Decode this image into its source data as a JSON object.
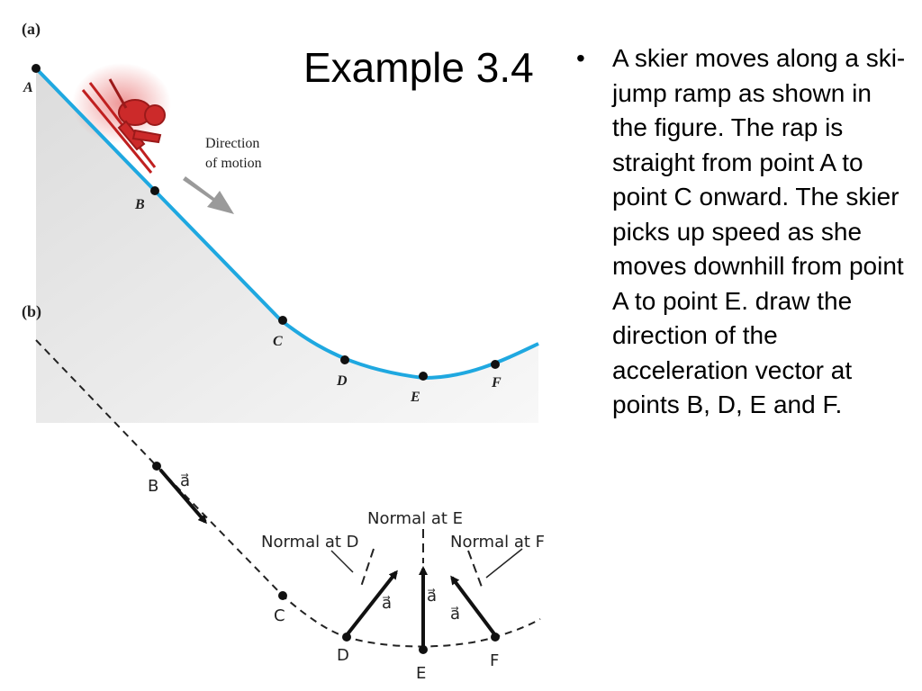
{
  "slide": {
    "title": "Example 3.4",
    "bullet": "A skier moves along a ski-jump ramp as shown in the figure. The rap is straight from point A to point C onward. The skier picks up speed as she moves downhill from point A to point E. draw the direction of the acceleration vector at points B, D, E and F."
  },
  "figure_a": {
    "panel_label": "(a)",
    "direction_label_line1": "Direction",
    "direction_label_line2": "of motion",
    "points": [
      "A",
      "B",
      "C",
      "D",
      "E",
      "F"
    ]
  },
  "figure_b": {
    "panel_label": "(b)",
    "points": [
      "B",
      "C",
      "D",
      "E",
      "F"
    ],
    "vector_symbol": "a⃗",
    "normal_d": "Normal at D",
    "normal_e": "Normal at E",
    "normal_f": "Normal at F"
  },
  "colors": {
    "ramp": "#1fa8e0",
    "skier": "#cc2a2a",
    "shadow": "#e3e3e3",
    "arrow_gray": "#9a9a9a"
  }
}
